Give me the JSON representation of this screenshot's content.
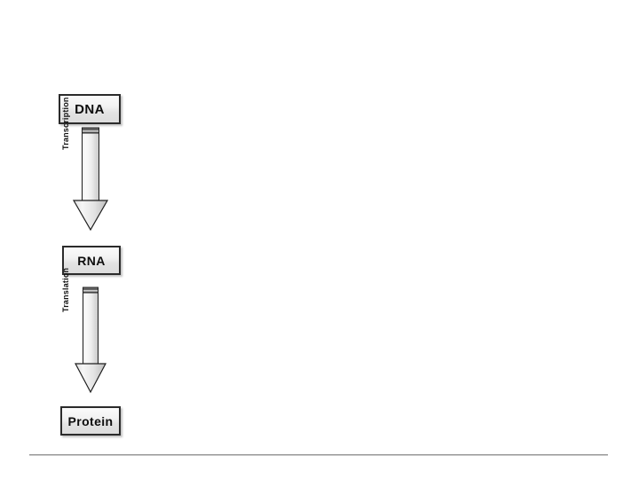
{
  "slide": {
    "background_color": "#ffffff",
    "title": ""
  },
  "diagram": {
    "type": "flowchart",
    "orientation": "vertical",
    "description": "Central dogma of molecular biology flow diagram",
    "nodes": [
      {
        "id": "dna",
        "label": "DNA",
        "shape": "rectangle"
      },
      {
        "id": "rna",
        "label": "RNA",
        "shape": "rectangle"
      },
      {
        "id": "protein",
        "label": "Protein",
        "shape": "rectangle"
      }
    ],
    "edges": [
      {
        "id": "transcription",
        "label": "Transcription",
        "from": "dna",
        "to": "rna",
        "direction": "down",
        "label_rotation": "-90"
      },
      {
        "id": "translation",
        "label": "Translation",
        "from": "rna",
        "to": "protein",
        "direction": "down",
        "label_rotation": "-90"
      }
    ],
    "colors": {
      "node_border": "#2b2b2b",
      "node_fill_top": "#fbfbfb",
      "node_fill_bottom": "#dcdcdc",
      "arrow_outline": "#1a1a1a",
      "arrow_fill_light": "#f6f6f6",
      "arrow_fill_dark": "#c4c4c4",
      "arrow_cap": "#3a3a3a",
      "text": "#0d0d0d",
      "rule": "#9a9a9a"
    }
  },
  "footer": {
    "rule_visible": "true"
  }
}
